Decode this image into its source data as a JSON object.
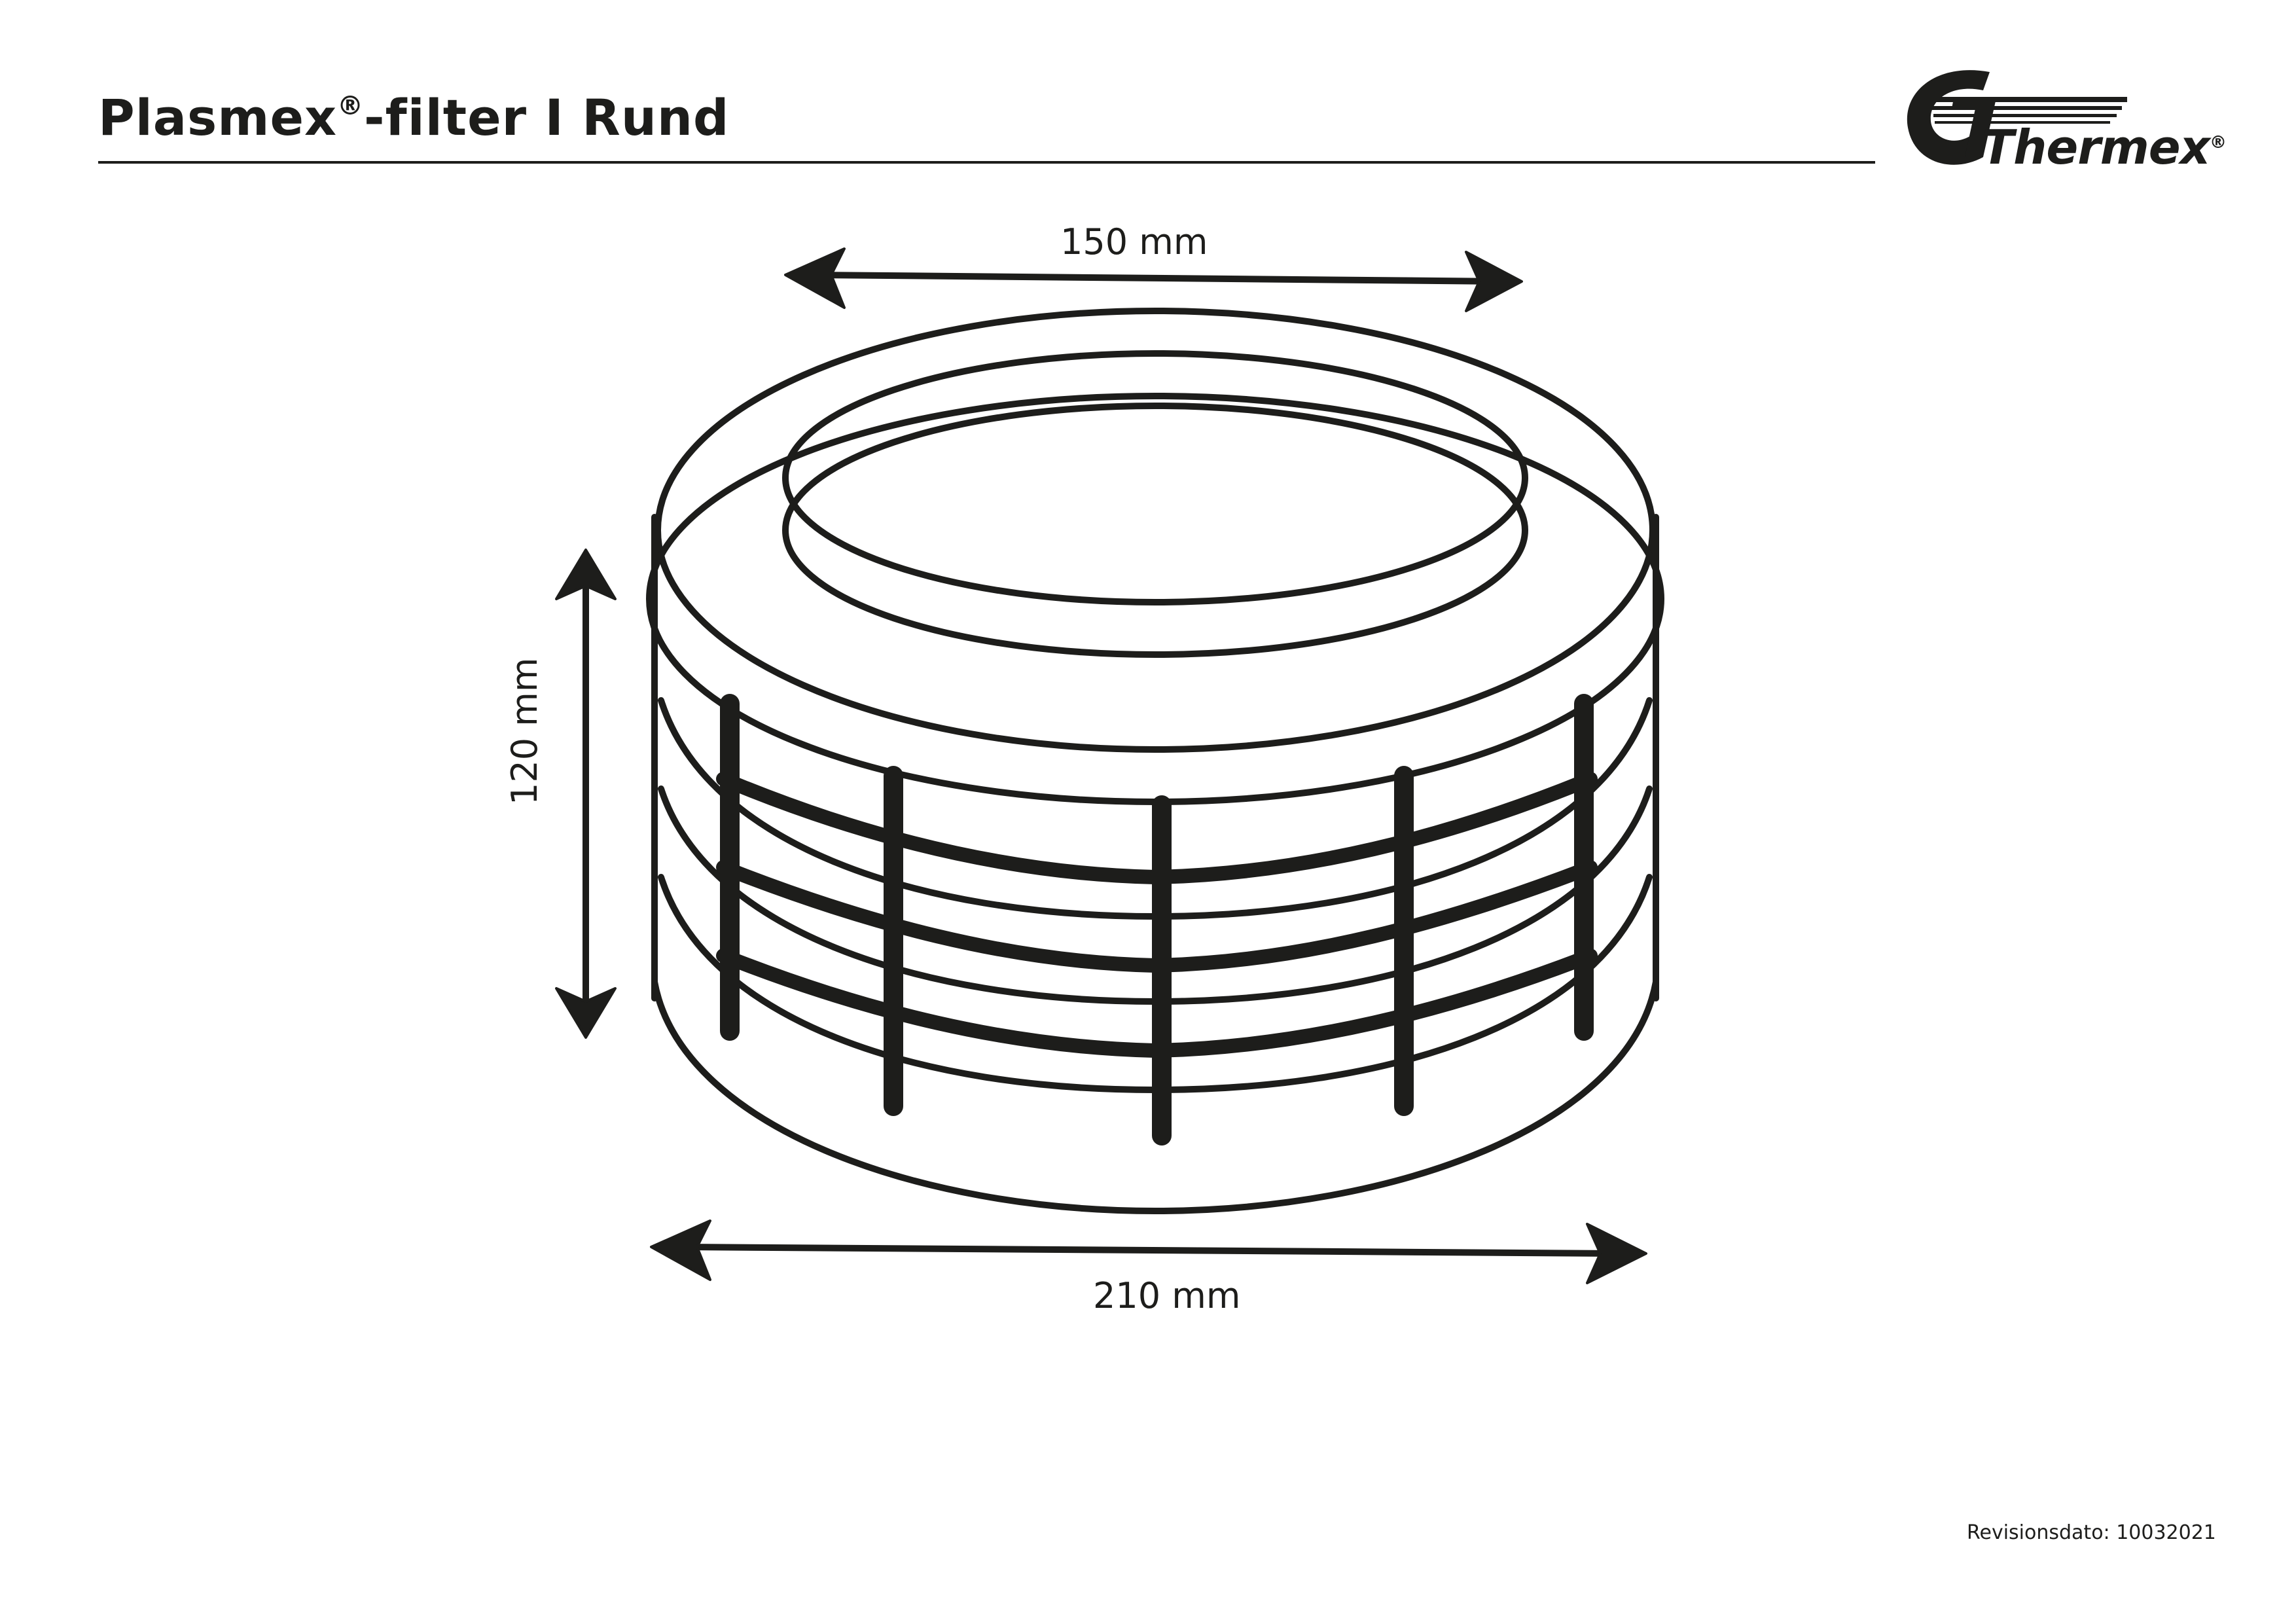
{
  "header": {
    "title_main": "Plasmex",
    "title_reg": "®",
    "title_rest": "-filter I Rund"
  },
  "logo": {
    "name": "Thermex",
    "reg": "®",
    "icon": "thermex-logo-icon"
  },
  "dimensions": {
    "top_width": "150 mm",
    "height": "120 mm",
    "bottom_width": "210 mm"
  },
  "footer": {
    "revision": "Revisionsdato: 10032021"
  },
  "colors": {
    "ink": "#1d1d1b",
    "background": "#ffffff"
  }
}
